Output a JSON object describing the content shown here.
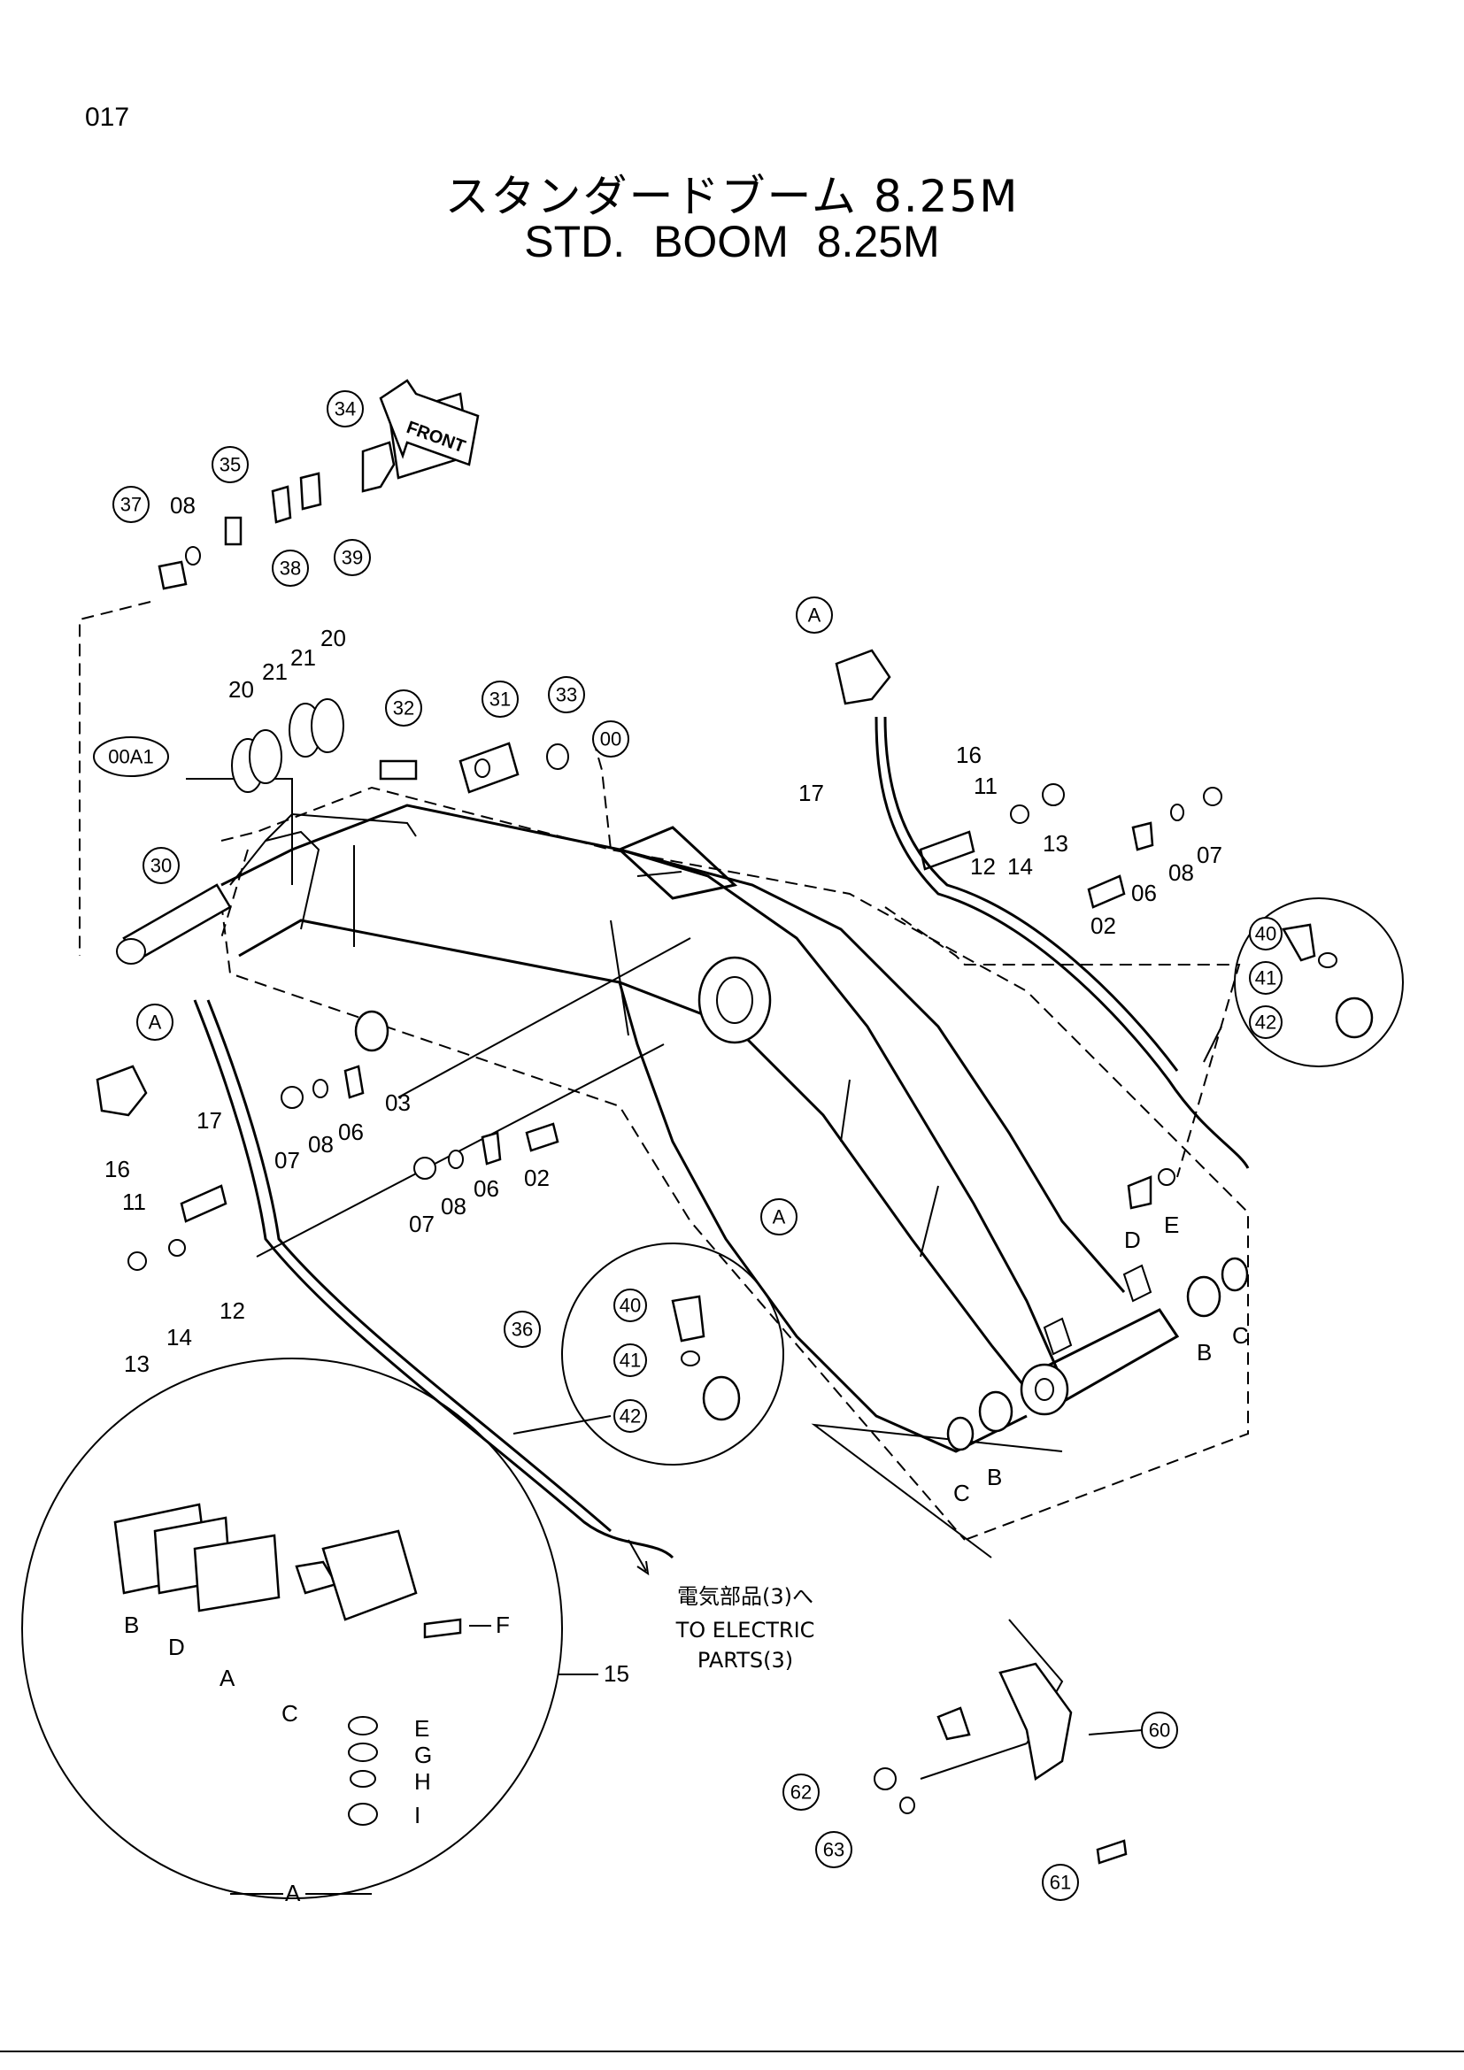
{
  "page_number": "017",
  "title_jp": "スタンダードブーム 8.25M",
  "title_en": "STD.  BOOM  8.25M",
  "front_label": "FRONT",
  "note": {
    "jp": "電気部品(3)へ",
    "en_line1": "TO ELECTRIC",
    "en_line2": "PARTS(3)"
  },
  "circled_labels": {
    "c00A1": "00A1",
    "c00": "00",
    "c30": "30",
    "c31": "31",
    "c32": "32",
    "c33": "33",
    "c34": "34",
    "c35": "35",
    "c36": "36",
    "c37": "37",
    "c38": "38",
    "c39": "39",
    "c40a": "40",
    "c41a": "41",
    "c42a": "42",
    "c40b": "40",
    "c41b": "41",
    "c42b": "42",
    "c60": "60",
    "c61": "61",
    "c62": "62",
    "c63": "63",
    "cAtop": "A",
    "cAleft": "A",
    "cAmid": "A"
  },
  "plain_labels": {
    "l08a": "08",
    "l20a": "20",
    "l21a": "21",
    "l21b": "21",
    "l20b": "20",
    "l16r": "16",
    "l11r": "11",
    "l17r": "17",
    "l12r": "12",
    "l14r": "14",
    "l13r": "13",
    "l02r": "02",
    "l06r": "06",
    "l08r": "08",
    "l07r": "07",
    "l03": "03",
    "l06m": "06",
    "l08m": "08",
    "l07m": "07",
    "l07b": "07",
    "l08b": "08",
    "l06b": "06",
    "l02b": "02",
    "l17l": "17",
    "l16l": "16",
    "l11l": "11",
    "l12l": "12",
    "l14l": "14",
    "l13l": "13",
    "lD": "D",
    "lE": "E",
    "lB1": "B",
    "lC1": "C",
    "lC2": "C",
    "lB2": "B",
    "lBa": "B",
    "lDa": "D",
    "lAa": "A",
    "lCa": "C",
    "lF": "F",
    "lE2": "E",
    "lG": "G",
    "lH": "H",
    "lI": "I",
    "l15": "15",
    "lAbottom": "A"
  }
}
